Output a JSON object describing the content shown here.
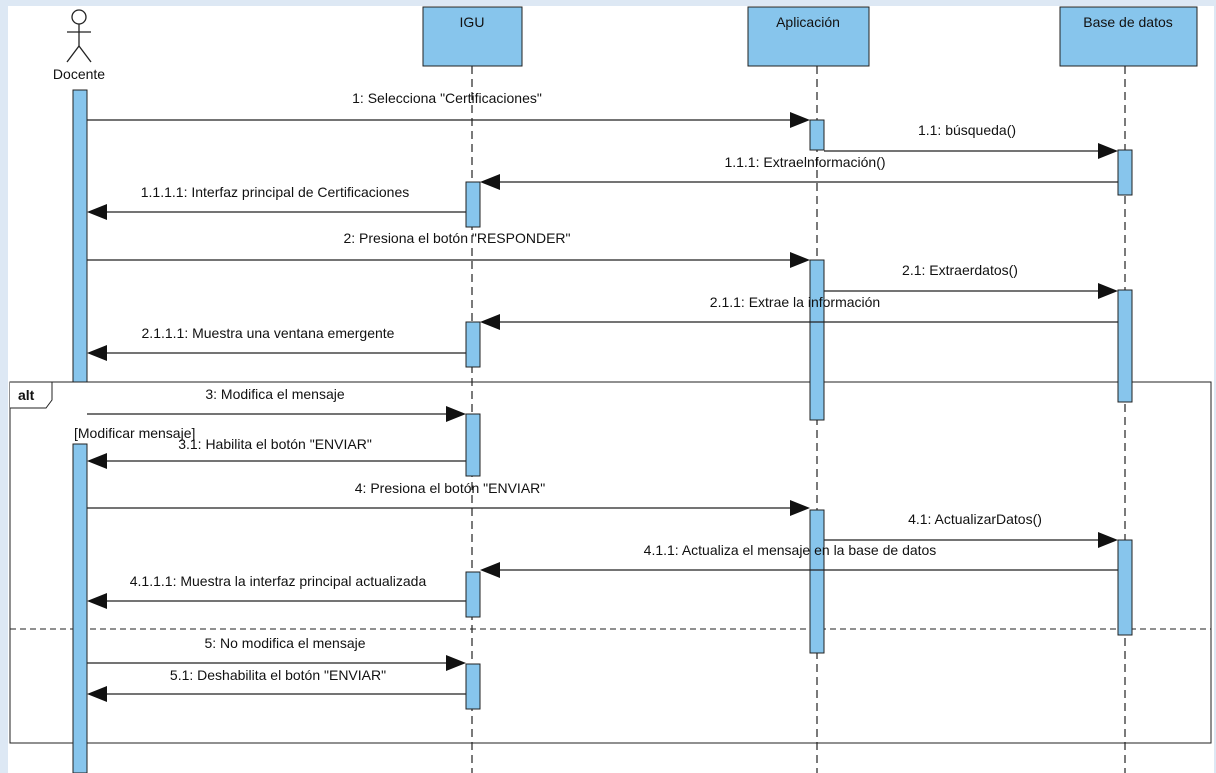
{
  "actor": {
    "name": "Docente"
  },
  "objects": [
    {
      "name": "IGU"
    },
    {
      "name": "Aplicación"
    },
    {
      "name": "Base de datos"
    }
  ],
  "messages": [
    {
      "label": "1: Selecciona \"Certificaciones\"",
      "from": "Docente",
      "to": "Aplicación"
    },
    {
      "label": "1.1: búsqueda()",
      "from": "Aplicación",
      "to": "Base de datos"
    },
    {
      "label": "1.1.1: Extraelnformación()",
      "from": "Base de datos",
      "to": "IGU"
    },
    {
      "label": "1.1.1.1: Interfaz principal de Certificaciones",
      "from": "IGU",
      "to": "Docente"
    },
    {
      "label": "2: Presiona el botón \"RESPONDER\"",
      "from": "Docente",
      "to": "Aplicación"
    },
    {
      "label": "2.1: Extraerdatos()",
      "from": "Aplicación",
      "to": "Base de datos"
    },
    {
      "label": "2.1.1: Extrae la información",
      "from": "Base de datos",
      "to": "IGU"
    },
    {
      "label": "2.1.1.1: Muestra una ventana emergente",
      "from": "IGU",
      "to": "Docente"
    },
    {
      "label": "3: Modifica el mensaje",
      "from": "Docente",
      "to": "IGU"
    },
    {
      "label": "3.1: Habilita el botón \"ENVIAR\"",
      "from": "IGU",
      "to": "Docente"
    },
    {
      "label": "4: Presiona el botón \"ENVIAR\"",
      "from": "Docente",
      "to": "Aplicación"
    },
    {
      "label": "4.1: ActualizarDatos()",
      "from": "Aplicación",
      "to": "Base de datos"
    },
    {
      "label": "4.1.1: Actualiza el mensaje en la base de datos",
      "from": "Base de datos",
      "to": "IGU"
    },
    {
      "label": "4.1.1.1: Muestra la interfaz principal actualizada",
      "from": "IGU",
      "to": "Docente"
    },
    {
      "label": "5: No modifica el mensaje",
      "from": "Docente",
      "to": "IGU"
    },
    {
      "label": "5.1: Deshabilita el botón \"ENVIAR\"",
      "from": "IGU",
      "to": "Docente"
    }
  ],
  "fragment": {
    "operator": "alt",
    "guard": "[Modificar mensaje]"
  }
}
